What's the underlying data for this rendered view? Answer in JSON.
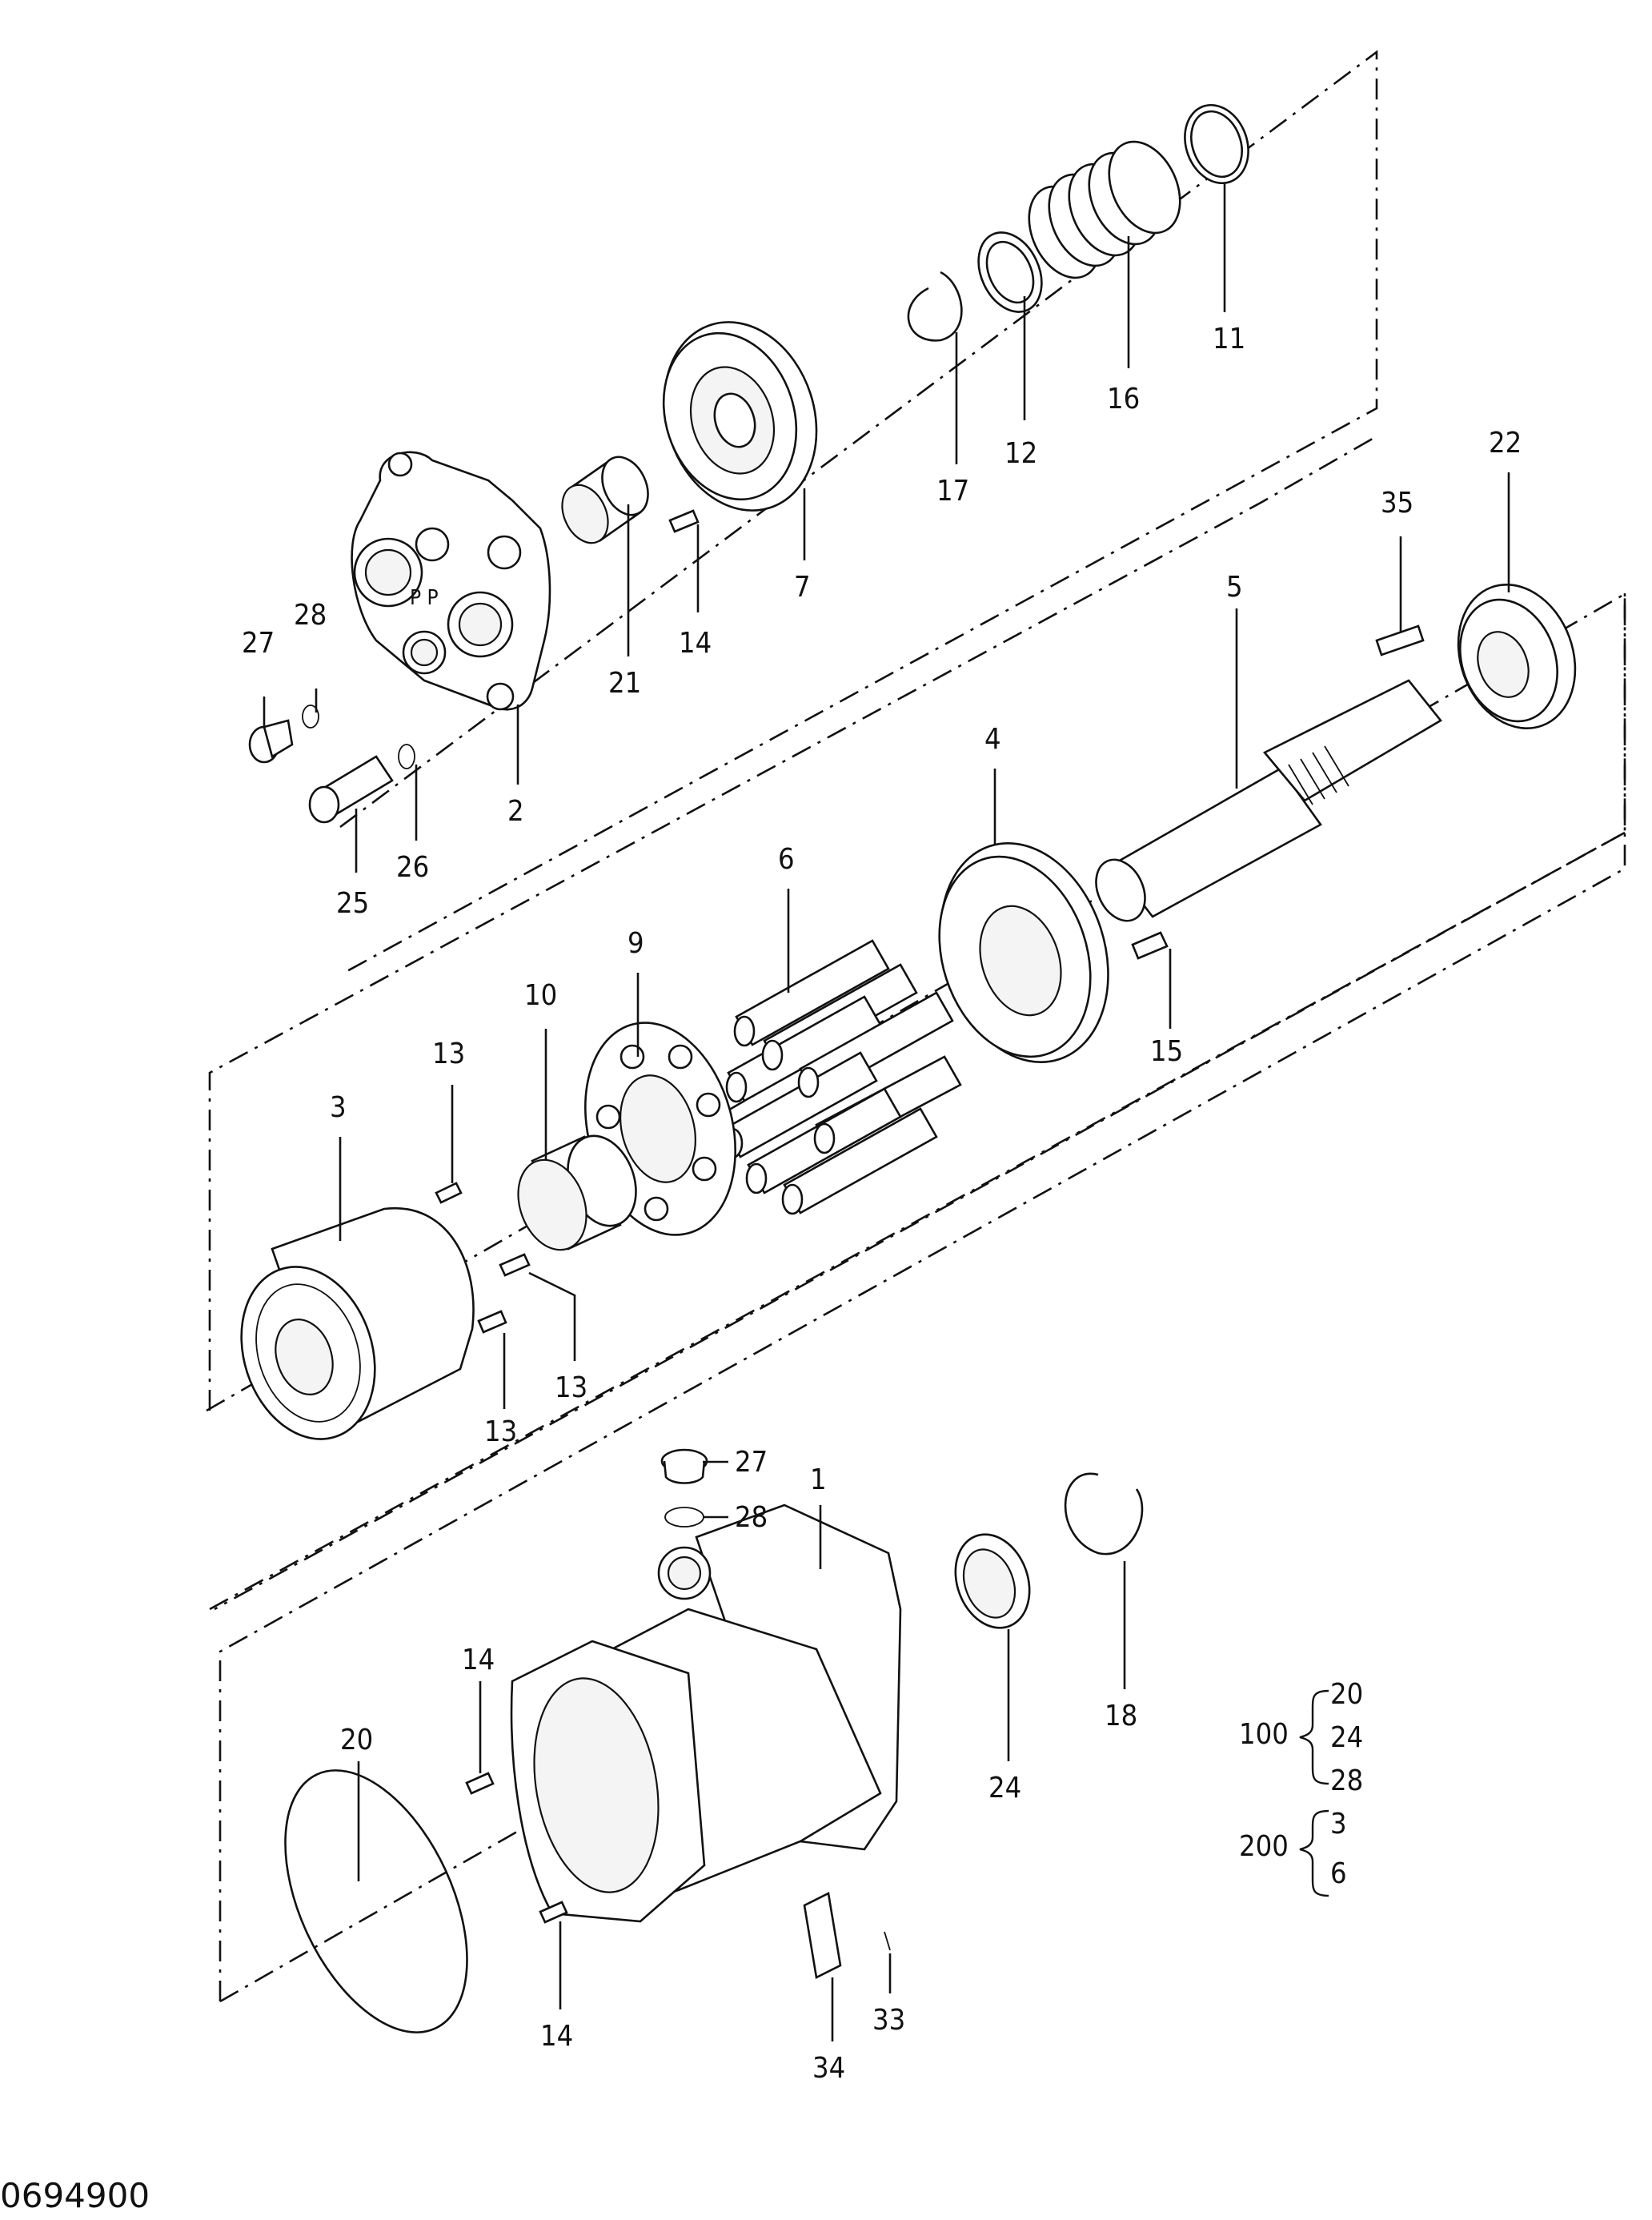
{
  "diagram": {
    "doc_id": "0694900",
    "part_labels": [
      "11",
      "16",
      "12",
      "17",
      "7",
      "14",
      "21",
      "28",
      "27",
      "2",
      "26",
      "25",
      "22",
      "35",
      "5",
      "4",
      "6",
      "9",
      "10",
      "13",
      "3",
      "15",
      "13",
      "13",
      "27",
      "28",
      "1",
      "14",
      "20",
      "24",
      "18",
      "14",
      "34",
      "33"
    ],
    "kits": [
      {
        "number": "100",
        "items": [
          "20",
          "24",
          "28"
        ]
      },
      {
        "number": "200",
        "items": [
          "3",
          "6"
        ]
      }
    ]
  }
}
